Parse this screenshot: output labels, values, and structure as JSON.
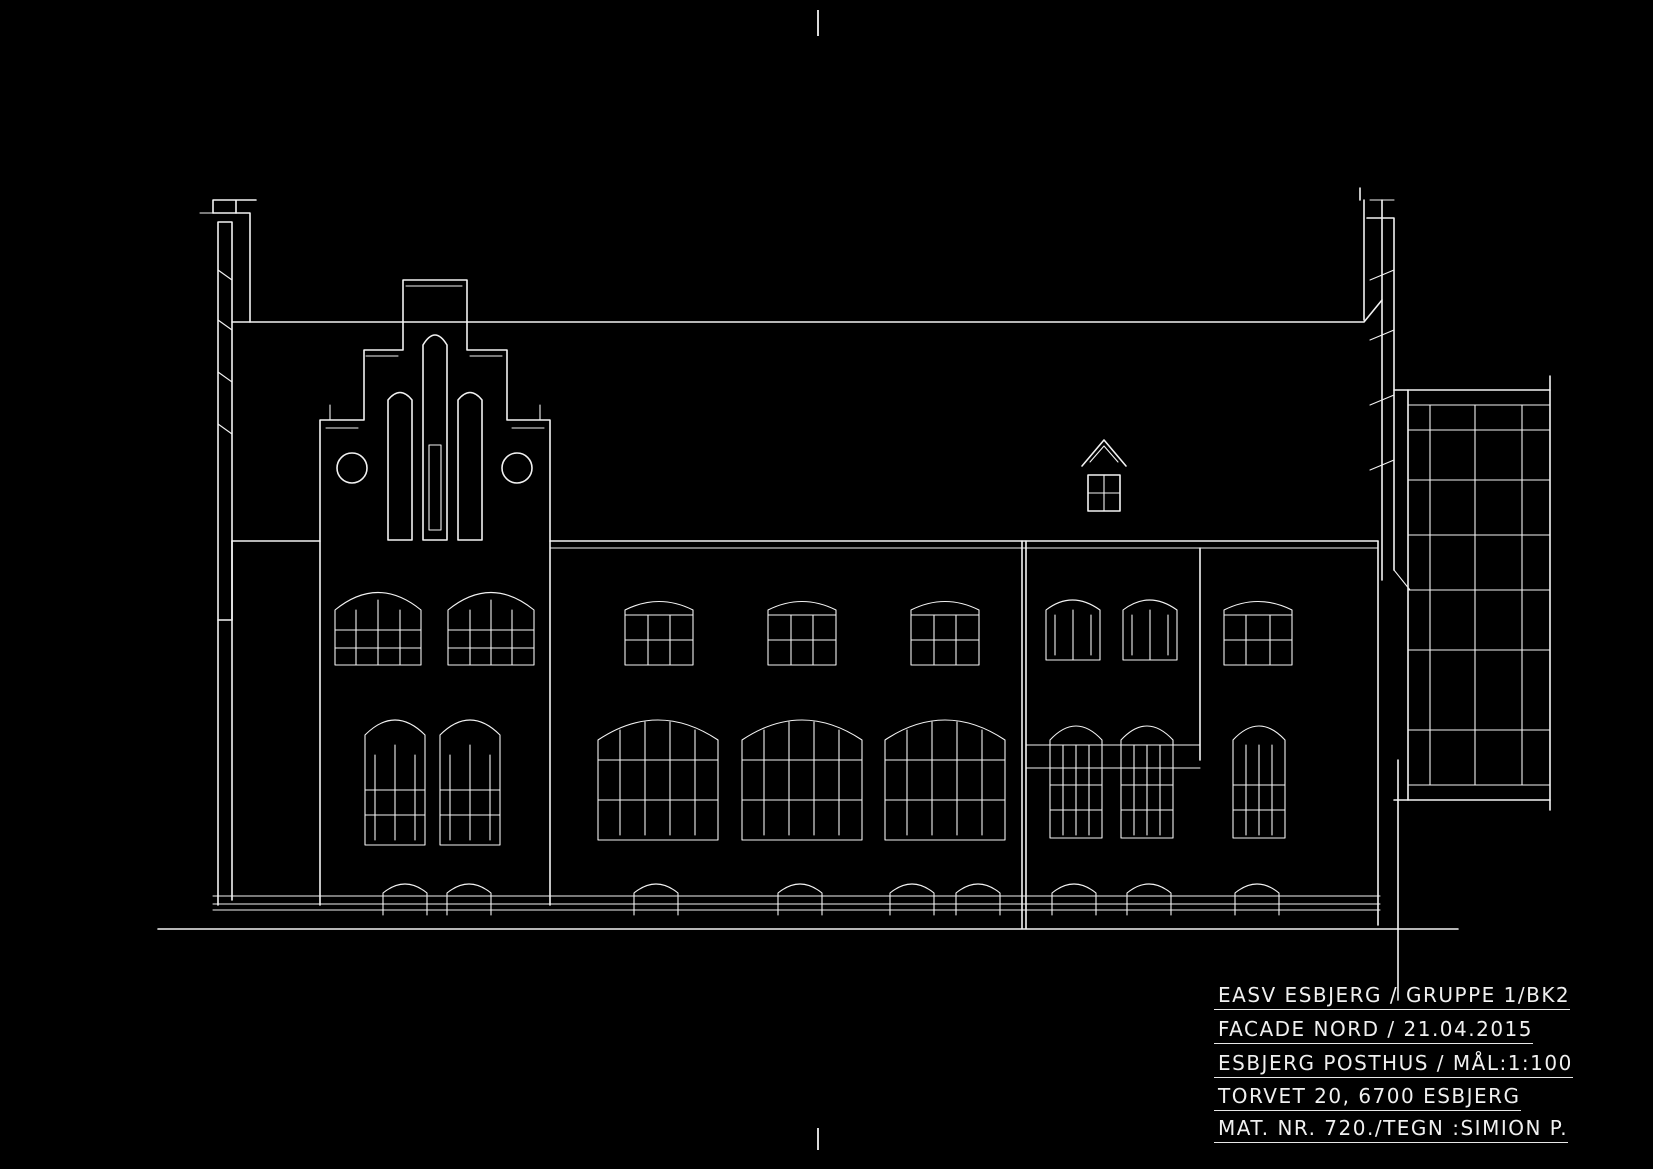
{
  "title_block": {
    "line1": "EASV ESBJERG / GRUPPE 1/BK2",
    "line2": "FACADE NORD /  21.04.2015",
    "line3": "ESBJERG  POSTHUS / MÅL:1:100",
    "line4": "TORVET 20, 6700 ESBJERG",
    "line5": "MAT. NR.  720./TEGN :SIMION P."
  },
  "colors": {
    "background": "#000000",
    "ink": "#f2f2f2"
  }
}
